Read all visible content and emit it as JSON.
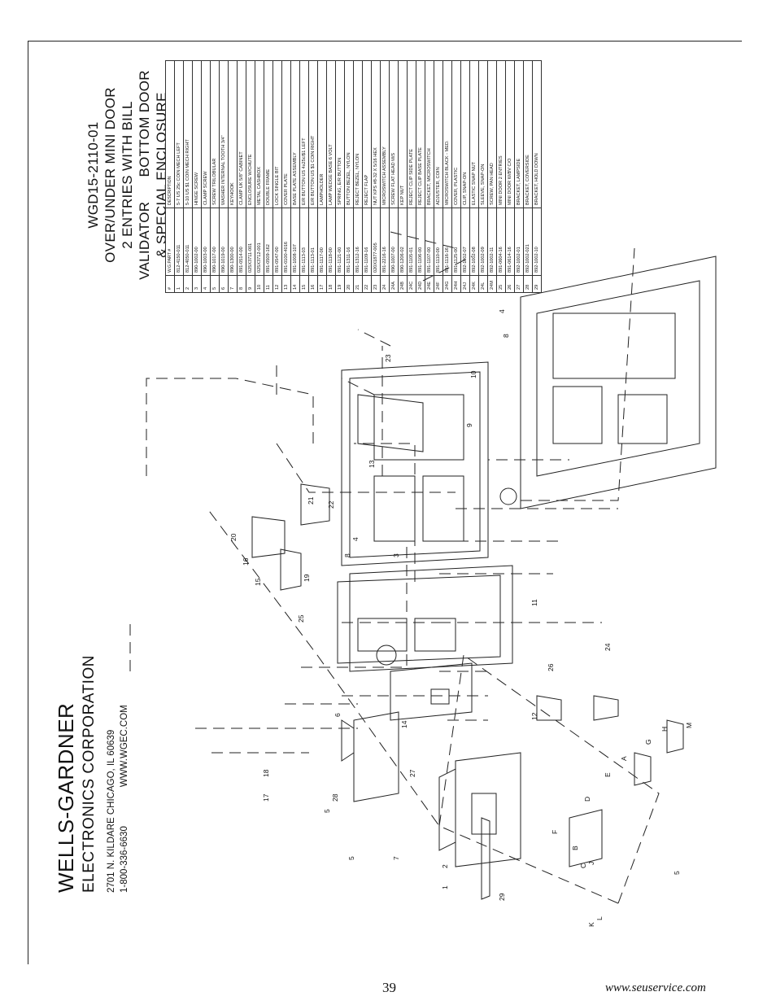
{
  "company": {
    "name_line1": "WELLS-GARDNER",
    "name_line2": "ELECTRONICS CORPORATION",
    "address": "2701 N. KILDARE   CHICAGO, IL 60639",
    "phone": "1-800-336-6630",
    "website": "WWW.WGEC.COM"
  },
  "model": {
    "line1": "WGD15-2110-01",
    "line2": "OVER/UNDER MINI DOOR",
    "line3": "2 ENTRIES WITH BILL",
    "line4": "VALIDATOR      BOTTOM DOOR",
    "line5": "& SPECIAL ENCLOSURE"
  },
  "parts_table": {
    "headers": [
      "#",
      "W.G.PART #",
      "DESCRIPTION"
    ],
    "rows": [
      [
        "1",
        "812-4150-011",
        "5-7 US 25c COIN MECH LEFT"
      ],
      [
        "2",
        "812-4050-011",
        "5-10 US $1 COIN MECH RIGHT"
      ],
      [
        "3",
        "890-1002-00",
        "HINGE SCREW"
      ],
      [
        "4",
        "890-1003-00",
        "CLAMP SCREW"
      ],
      [
        "5",
        "890-1017-00",
        "SCREW TRILOBULAR"
      ],
      [
        "6",
        "890-1019-00",
        "WASHER INTERNAL TOOTH 3/4\""
      ],
      [
        "7",
        "890-1300-00",
        "KEYHOOK"
      ],
      [
        "8",
        "891-0514-00",
        "CLAMP UK 5/8\" CABINET"
      ],
      [
        "9",
        "025X3711-001",
        "ENCLOSURE W/CHUTE"
      ],
      [
        "10",
        "025X3712-001",
        "METAL CASHBOX"
      ],
      [
        "11",
        "891-0509-162",
        "DOUBLE FRAME"
      ],
      [
        "12",
        "891-0547-00",
        "LOCK SINGLE BIT"
      ],
      [
        "13",
        "891-0100-4016",
        "COVER PLATE"
      ],
      [
        "14",
        "891-1008-107",
        "BASE PLATE ASSEMBLY"
      ],
      [
        "15",
        "891-1113-03",
        "E/R BUTTON US 4x25c/$1 LEFT"
      ],
      [
        "16",
        "891-1113-01",
        "E/R BUTTON US $1 COIN RIGHT"
      ],
      [
        "17",
        "891-1117-00",
        "LAMPHOLDER"
      ],
      [
        "18",
        "891-1118-00",
        "LAMP WEDGE BASE 6 VOLT"
      ],
      [
        "19",
        "891-1121-00",
        "SPRING, E/R BUTTON"
      ],
      [
        "20",
        "891-1311-16",
        "BUTTON BEZEL, NYLON"
      ],
      [
        "21",
        "891-1312-16",
        "REJECT BEZEL, NYLON"
      ],
      [
        "22",
        "891-1109-16",
        "REJECT FLAP"
      ],
      [
        "23",
        "020X1877-005",
        "NUT KPS #8-32 X 5/16 HEX"
      ],
      [
        "24",
        "891-2216-16",
        "MICROSWITCH ASSEMBLY"
      ],
      [
        "24A",
        "890-1007-00",
        "SCREW FLAT HEAD M/S"
      ],
      [
        "24B",
        "890-1206-02",
        "KEP NUT"
      ],
      [
        "24C",
        "891-1105-01",
        "REJECT CLIP SIDE PLATE"
      ],
      [
        "24D",
        "891-1106-00",
        "REJECT CLIP BASE PLATE"
      ],
      [
        "24E",
        "891-1107-00",
        "BRACKET, MICROSWITCH"
      ],
      [
        "24F",
        "891-1110-00",
        "ADJUSTER, COIN"
      ],
      [
        "24G",
        "891-1116-16",
        "MICROSWITCH BLACK - MED."
      ],
      [
        "24H",
        "891-1125-00",
        "COVER, PLASTIC"
      ],
      [
        "24J",
        "892-1002-07",
        "CLIP, SNAP-ON"
      ],
      [
        "24K",
        "892-1002-08",
        "ELASTIC SNAP NUT"
      ],
      [
        "24L",
        "892-1002-09",
        "SLEEVE, SNAP-ON"
      ],
      [
        "24M",
        "892-1002-11",
        "SCREW, PAN HEAD"
      ],
      [
        "25",
        "891-0604-16",
        "MINI DOOR 2 ENTRIES"
      ],
      [
        "26",
        "891-0614-16",
        "MINI DOOR W/BV C/O"
      ],
      [
        "27",
        "892-1002-01",
        "BRACKET, LAMPSIDE"
      ],
      [
        "28",
        "892-1002-021",
        "BRACKET, COVERSIDE"
      ],
      [
        "29",
        "892-1002-10",
        "BRACKET, HOLD DOWN"
      ]
    ]
  },
  "callouts": [
    "1",
    "2",
    "3",
    "4",
    "5",
    "5",
    "5",
    "6",
    "7",
    "8",
    "8",
    "9",
    "10",
    "11",
    "12",
    "13",
    "14",
    "15",
    "16",
    "17",
    "18",
    "19",
    "20",
    "21",
    "22",
    "23",
    "24",
    "25",
    "26",
    "27",
    "28",
    "29",
    "A",
    "B",
    "C",
    "D",
    "E",
    "F",
    "G",
    "H",
    "J",
    "K",
    "L",
    "M"
  ],
  "footer": {
    "page_number": "39",
    "website": "www.seuservice.com"
  }
}
